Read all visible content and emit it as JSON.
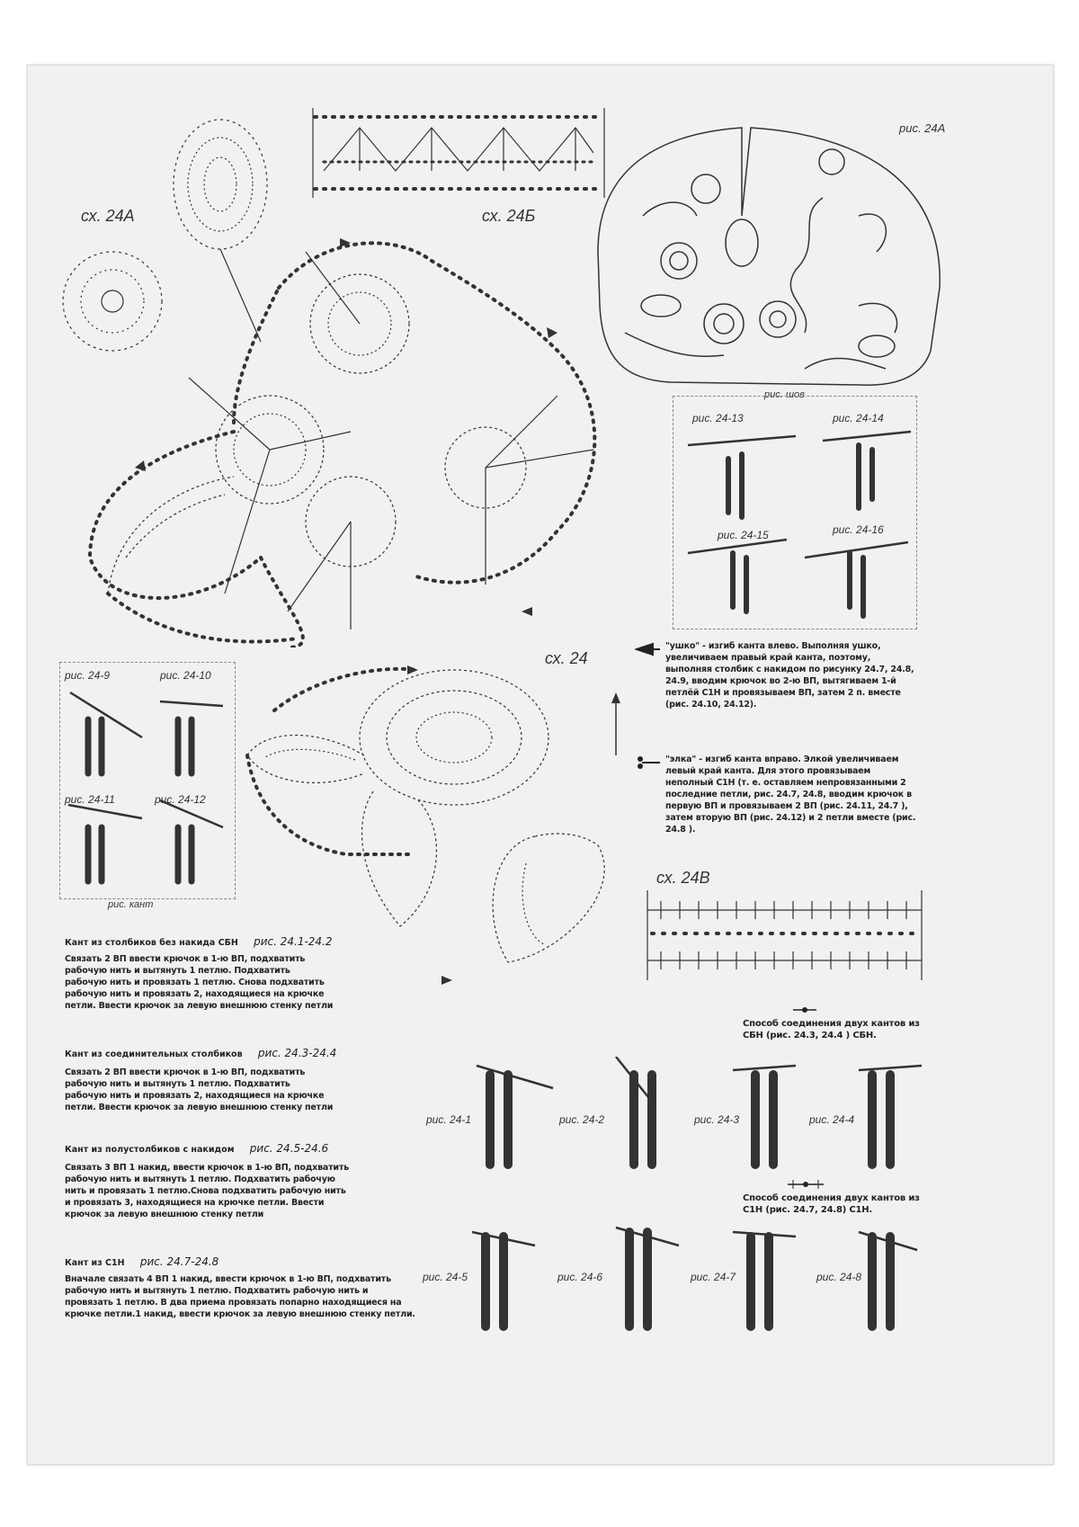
{
  "labels": {
    "sx24a": "сх. 24А",
    "sx24b_top": "сх. 24Б",
    "ris24a": "рис. 24А",
    "ris_shov": "рис. шов",
    "sx24": "сх. 24",
    "sx24v": "сх. 24В",
    "ris_kant": "рис. кант",
    "r2413": "рис. 24-13",
    "r2414": "рис. 24-14",
    "r2415": "рис. 24-15",
    "r2416": "рис. 24-16",
    "r249": "рис. 24-9",
    "r2410": "рис. 24-10",
    "r2411": "рис. 24-11",
    "r2412": "рис. 24-12",
    "r241": "рис. 24-1",
    "r242": "рис. 24-2",
    "r243": "рис. 24-3",
    "r244": "рис. 24-4",
    "r245": "рис. 24-5",
    "r246": "рис. 24-6",
    "r247": "рис. 24-7",
    "r248": "рис. 24-8"
  },
  "ushko_text": "\"ушко\" - изгиб канта влево. Выполняя ушко, увеличиваем правый край канта, поэтому, выполняя столбик с накидом по рисунку 24.7, 24.8, 24.9, вводим крючок во 2-ю ВП, вытягиваем 1-й петлёй С1Н и провязываем ВП, затем 2 п. вместе (рис. 24.10, 24.12).",
  "elka_text": "\"элка\" - изгиб канта вправо. Элкой увеличиваем левый край канта. Для этого провязываем неполный С1Н (т. е. оставляем непровязанными 2 последние петли, рис. 24.7, 24.8, вводим крючок в первую ВП и провязываем 2 ВП (рис. 24.11, 24.7 ), затем вторую ВП (рис. 24.12) и 2 петли вместе (рис. 24.8 ).",
  "join_sbn": "Способ соединения двух кантов из СБН (рис. 24.3, 24.4 ) СБН.",
  "join_s1n": "Способ соединения двух кантов из С1Н (рис. 24.7, 24.8) С1Н.",
  "sections": [
    {
      "title": "Кант из столбиков без накида СБН",
      "ref": "рис. 24.1-24.2",
      "body": "Связать 2 ВП ввести крючок в 1-ю ВП, подхватить рабочую нить и вытянуть 1 петлю. Подхватить рабочую нить и провязать 1 петлю. Снова подхватить рабочую нить и провязать 2, находящиеся на крючке петли. Ввести крючок за левую внешнюю стенку петли"
    },
    {
      "title": "Кант из соединительных столбиков",
      "ref": "рис. 24.3-24.4",
      "body": "Связать 2 ВП ввести крючок в 1-ю ВП, подхватить рабочую нить и вытянуть 1 петлю. Подхватить рабочую нить и провязать 2, находящиеся на крючке петли. Ввести крючок за левую внешнюю стенку петли"
    },
    {
      "title": "Кант из полустолбиков с накидом",
      "ref": "рис. 24.5-24.6",
      "body": "Связать 3 ВП 1 накид, ввести крючок в 1-ю ВП, подхватить рабочую нить и вытянуть 1 петлю. Подхватить рабочую нить и провязать 1 петлю.Снова подхватить рабочую нить и провязать 3, находящиеся на крючке петли. Ввести крючок за левую внешнюю стенку петли"
    },
    {
      "title": "Кант из С1Н",
      "ref": "рис. 24.7-24.8",
      "body": "Вначале связать 4 ВП 1 накид, ввести крючок в 1-ю ВП, подхватить рабочую нить и вытянуть 1 петлю. Подхватить рабочую нить и провязать 1 петлю. В два приема провязать попарно находящиеся на крючке петли.1 накид, ввести крючок за левую внешнюю стенку петли."
    }
  ]
}
